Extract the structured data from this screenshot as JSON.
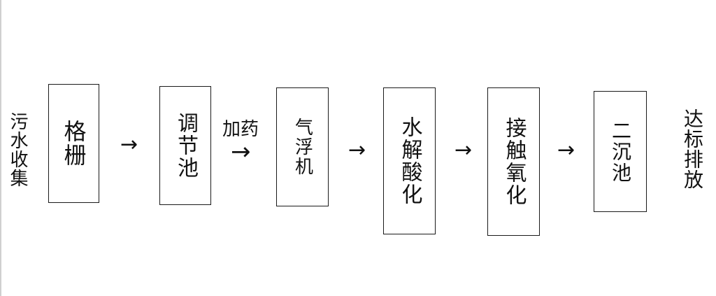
{
  "start_label": "污水收集",
  "end_label": "达标排放",
  "dosing_label": "加药",
  "arrow_glyph": "→",
  "steps": [
    {
      "label": "格栅"
    },
    {
      "label": "调节池"
    },
    {
      "label": "气浮机"
    },
    {
      "label": "水解酸化"
    },
    {
      "label": "接触氧化"
    },
    {
      "label": "二沉池"
    }
  ]
}
